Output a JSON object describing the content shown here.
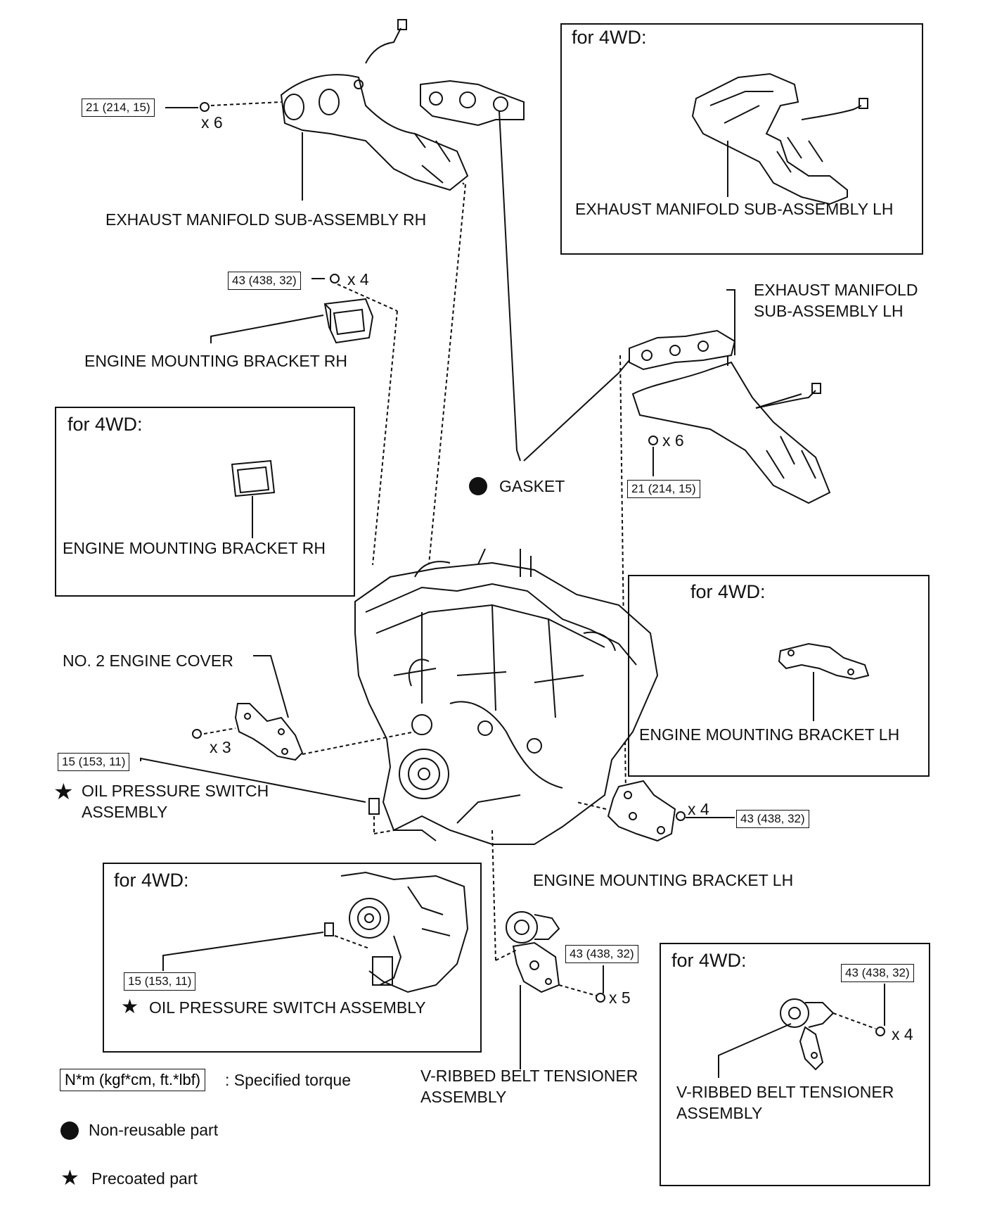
{
  "boxes": {
    "top_right": {
      "title": "for 4WD:",
      "label": "EXHAUST MANIFOLD SUB-ASSEMBLY LH"
    },
    "mid_left": {
      "title": "for 4WD:",
      "label": "ENGINE MOUNTING BRACKET RH"
    },
    "mid_right": {
      "title": "for 4WD:",
      "label": "ENGINE MOUNTING BRACKET LH"
    },
    "bottom_left": {
      "title": "for 4WD:",
      "torque": "15 (153, 11)",
      "label": "OIL PRESSURE SWITCH ASSEMBLY"
    },
    "bottom_right": {
      "title": "for 4WD:",
      "torque": "43 (438, 32)",
      "qty": "x 4",
      "label_line1": "V-RIBBED BELT TENSIONER",
      "label_line2": "ASSEMBLY"
    }
  },
  "labels": {
    "exhaust_rh": "EXHAUST MANIFOLD SUB-ASSEMBLY RH",
    "exhaust_lh_line1": "EXHAUST MANIFOLD",
    "exhaust_lh_line2": "SUB-ASSEMBLY LH",
    "bracket_rh": "ENGINE MOUNTING BRACKET RH",
    "gasket": "GASKET",
    "no2_cover": "NO. 2 ENGINE COVER",
    "oil_switch_line1": "OIL PRESSURE SWITCH",
    "oil_switch_line2": "ASSEMBLY",
    "bracket_lh": "ENGINE MOUNTING BRACKET LH",
    "tensioner_line1": "V-RIBBED BELT TENSIONER",
    "tensioner_line2": "ASSEMBLY"
  },
  "torques": {
    "exhaust_rh": "21 (214, 15)",
    "bracket_rh": "43 (438, 32)",
    "exhaust_lh": "21 (214, 15)",
    "oil_switch": "15 (153, 11)",
    "bracket_lh": "43 (438, 32)",
    "tensioner": "43 (438, 32)"
  },
  "quantities": {
    "exhaust_rh": "x 6",
    "bracket_rh": "x 4",
    "exhaust_lh": "x 6",
    "no2_cover": "x 3",
    "bracket_lh": "x 4",
    "tensioner": "x 5"
  },
  "legend": {
    "torque_unit": "N*m (kgf*cm, ft.*lbf)",
    "torque_desc": ": Specified torque",
    "non_reusable": "Non-reusable part",
    "precoated": "Precoated part"
  }
}
